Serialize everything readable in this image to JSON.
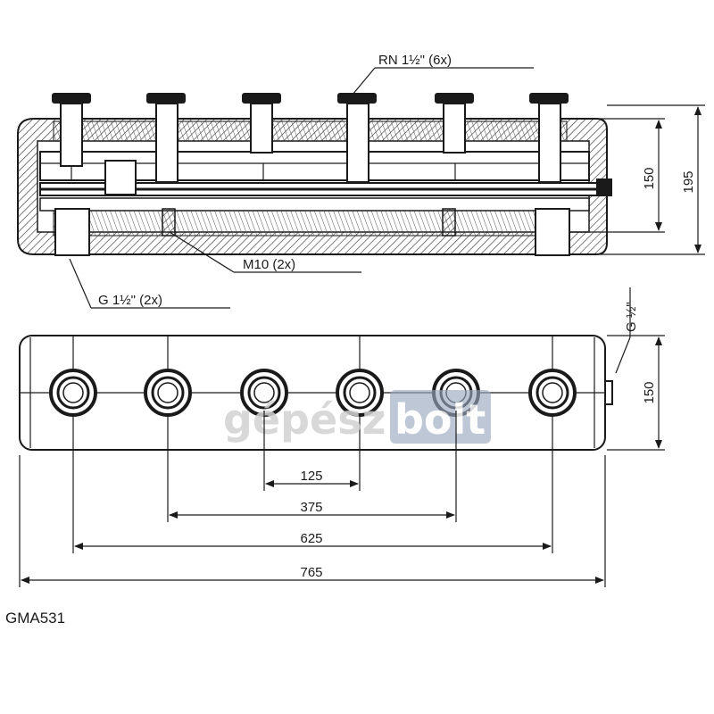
{
  "drawing": {
    "labels": {
      "rn_connection": "RN 1½\" (6x)",
      "m10_bolt": "M10 (2x)",
      "g_inlet": "G 1½\" (2x)",
      "g_side": "G ½\""
    },
    "dimensions": {
      "side_height_inner": "150",
      "side_height_outer": "195",
      "front_height": "150",
      "spacing_125": "125",
      "spacing_375": "375",
      "spacing_625": "625",
      "overall_765": "765"
    },
    "model_code": "GMA531",
    "watermark": {
      "part1": "gépész",
      "part2": "bolt"
    }
  }
}
